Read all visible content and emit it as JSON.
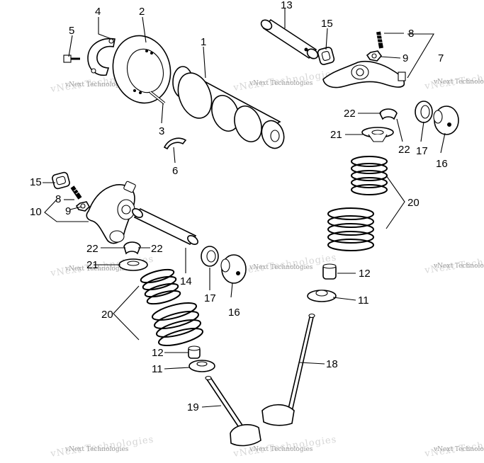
{
  "diagram": {
    "watermark_text": "vNext Technologies",
    "callouts": [
      {
        "id": "c4",
        "text": "4"
      },
      {
        "id": "c2",
        "text": "2"
      },
      {
        "id": "c5",
        "text": "5"
      },
      {
        "id": "c1",
        "text": "1"
      },
      {
        "id": "c3",
        "text": "3"
      },
      {
        "id": "c6",
        "text": "6"
      },
      {
        "id": "c13",
        "text": "13"
      },
      {
        "id": "c15a",
        "text": "15"
      },
      {
        "id": "c8a",
        "text": "8"
      },
      {
        "id": "c9a",
        "text": "9"
      },
      {
        "id": "c7",
        "text": "7"
      },
      {
        "id": "c22a",
        "text": "22"
      },
      {
        "id": "c21a",
        "text": "21"
      },
      {
        "id": "c22b",
        "text": "22"
      },
      {
        "id": "c17a",
        "text": "17"
      },
      {
        "id": "c16a",
        "text": "16"
      },
      {
        "id": "c20a",
        "text": "20"
      },
      {
        "id": "c15b",
        "text": "15"
      },
      {
        "id": "c8b",
        "text": "8"
      },
      {
        "id": "c10",
        "text": "10"
      },
      {
        "id": "c9b",
        "text": "9"
      },
      {
        "id": "c22c",
        "text": "22"
      },
      {
        "id": "c22d",
        "text": "22"
      },
      {
        "id": "c21b",
        "text": "21"
      },
      {
        "id": "c14",
        "text": "14"
      },
      {
        "id": "c17b",
        "text": "17"
      },
      {
        "id": "c16b",
        "text": "16"
      },
      {
        "id": "c12a",
        "text": "12"
      },
      {
        "id": "c11a",
        "text": "11"
      },
      {
        "id": "c20b",
        "text": "20"
      },
      {
        "id": "c12b",
        "text": "12"
      },
      {
        "id": "c11b",
        "text": "11"
      },
      {
        "id": "c18",
        "text": "18"
      },
      {
        "id": "c19",
        "text": "19"
      }
    ]
  }
}
